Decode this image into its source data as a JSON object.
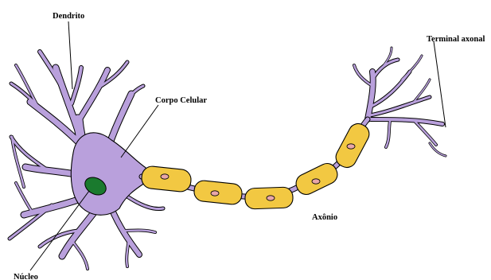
{
  "labels": {
    "dendrite": "Dendrito",
    "cell_body": "Corpo Celular",
    "nucleus": "Núcleo",
    "axon": "Axônio",
    "axon_terminal": "Terminal axonal"
  },
  "colors": {
    "neuron": "#b9a0dc",
    "myelin": "#f2c842",
    "myelin_node": "#e8a6a8",
    "nucleus": "#1a7a2e",
    "outline": "#000000"
  }
}
